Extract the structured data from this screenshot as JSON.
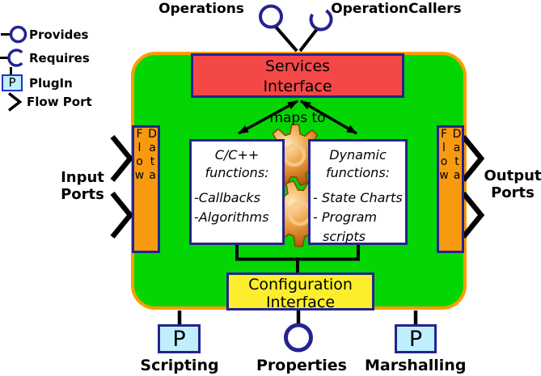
{
  "colors": {
    "component_green": "#04d604",
    "component_border_orange": "#ff9d00",
    "dataflow_orange": "#f79a10",
    "navy_border": "#232390",
    "services_red": "#f44848",
    "configuration_yellow": "#fcee2d",
    "plugin_blue": "#bfeffd",
    "gear_copper": "#d9842b",
    "connector_black": "#000000"
  },
  "legend": {
    "provides_label": "Provides",
    "requires_label": "Requires",
    "plugin_label": "PlugIn",
    "plugin_symbol": "P",
    "flow_port_label": "Flow Port"
  },
  "top": {
    "operations_label": "Operations",
    "operation_callers_label": "OperationCallers"
  },
  "component": {
    "services_interface": {
      "line1": "Services",
      "line2": "Interface"
    },
    "maps_to_label": "maps to",
    "cpp_box": {
      "title_line1": "C/C++",
      "title_line2": "functions:",
      "items": [
        "-Callbacks",
        "-Algorithms"
      ]
    },
    "dynamic_box": {
      "title_line1": "Dynamic",
      "title_line2": "functions:",
      "items": [
        "- State Charts",
        "- Program scripts"
      ]
    },
    "configuration_interface": {
      "line1": "Configuration",
      "line2": "Interface"
    }
  },
  "ports": {
    "left_data_flow_label": "Data Flow",
    "right_data_flow_label": "Data Flow",
    "input_label_line1": "Input",
    "input_label_line2": "Ports",
    "output_label_line1": "Output",
    "output_label_line2": "Ports"
  },
  "bottom": {
    "plugin_symbol": "P",
    "scripting_label": "Scripting",
    "properties_label": "Properties",
    "marshalling_label": "Marshalling"
  }
}
